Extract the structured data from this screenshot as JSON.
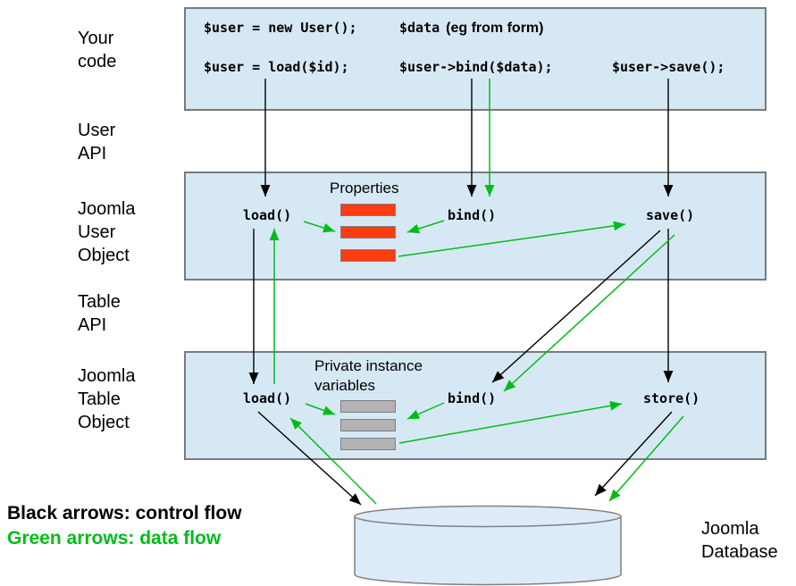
{
  "row_labels": [
    {
      "id": "your-code",
      "label": "Your\ncode"
    },
    {
      "id": "user-api",
      "label": "User\nAPI"
    },
    {
      "id": "joomla-user-object",
      "label": "Joomla\nUser\nObject"
    },
    {
      "id": "table-api",
      "label": "Table\nAPI"
    },
    {
      "id": "joomla-table-object",
      "label": "Joomla\nTable\nObject"
    }
  ],
  "code_box": {
    "new_user": "$user = new User();",
    "data_var": "$data",
    "data_note": "(eg from form)",
    "load_call": "$user = load($id);",
    "bind_call": "$user->bind($data);",
    "save_call": "$user->save();"
  },
  "user_object": {
    "title": "Properties",
    "load": "load()",
    "bind": "bind()",
    "save": "save()",
    "bars": 3
  },
  "table_object": {
    "title": "Private instance\nvariables",
    "load": "load()",
    "bind": "bind()",
    "store": "store()",
    "bars": 3
  },
  "database": {
    "label": "Joomla\nDatabase"
  },
  "legend": {
    "control": "Black arrows: control flow",
    "data": "Green arrows: data flow"
  },
  "colors": {
    "panel_fill": "#d7e8f5",
    "panel_border": "#7a7a7a",
    "arrow_black": "#000000",
    "arrow_green": "#00bd16",
    "bar_red": "#fb3b10",
    "bar_gray": "#b3b3b3",
    "db_fill": "#dcebf7"
  }
}
